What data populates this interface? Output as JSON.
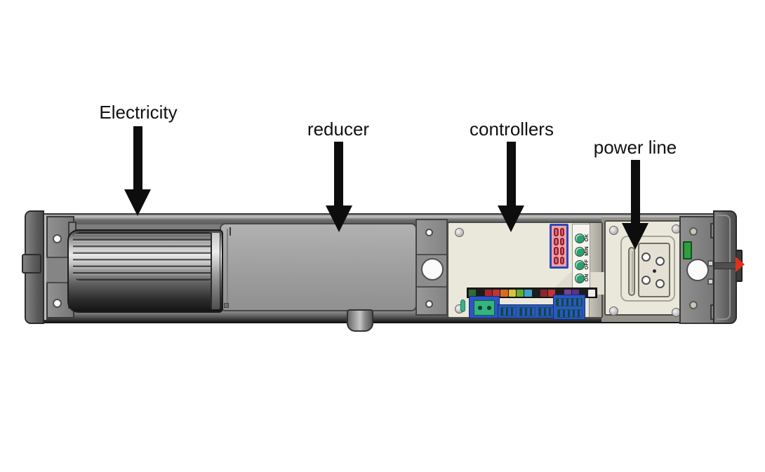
{
  "diagram": {
    "background": "#ffffff",
    "arrow_color": "#0d0d0d",
    "labels": [
      {
        "id": "electricity",
        "text": "Electricity"
      },
      {
        "id": "reducer",
        "text": "reducer"
      },
      {
        "id": "controllers",
        "text": "controllers"
      },
      {
        "id": "power-line",
        "text": "power line"
      }
    ]
  },
  "device": {
    "kind": "door-drive-unit-front-view",
    "controller": {
      "button_labels": [
        "OK",
        "MIN",
        "OFF",
        "ON"
      ],
      "display": {
        "kind": "seven-segment",
        "panel_color": "#ef9aa2",
        "segment_color": "#b5303e",
        "border_color": "#2d49b5"
      },
      "dip_colors": [
        "#2f6b33",
        "#1c1c1c",
        "#a82626",
        "#c43434",
        "#d86a26",
        "#d8c436",
        "#5cb036",
        "#3fa0c8",
        "#1c1c1c",
        "#8f2430",
        "#c43434",
        "#1c1c1c",
        "#7a3f9a",
        "#5a3488",
        "#1c1c1c",
        "#ececec"
      ],
      "pcb_color": "#2d55c8",
      "terminal_color": "#34b47e",
      "board_color": "#eae7db"
    },
    "power": {
      "connector_color": "#2f9e3f",
      "switch_color": "#e2301c"
    },
    "chassis": {
      "body_color": "#7d7d7d",
      "rail_dark": "#1c1c1c"
    }
  }
}
